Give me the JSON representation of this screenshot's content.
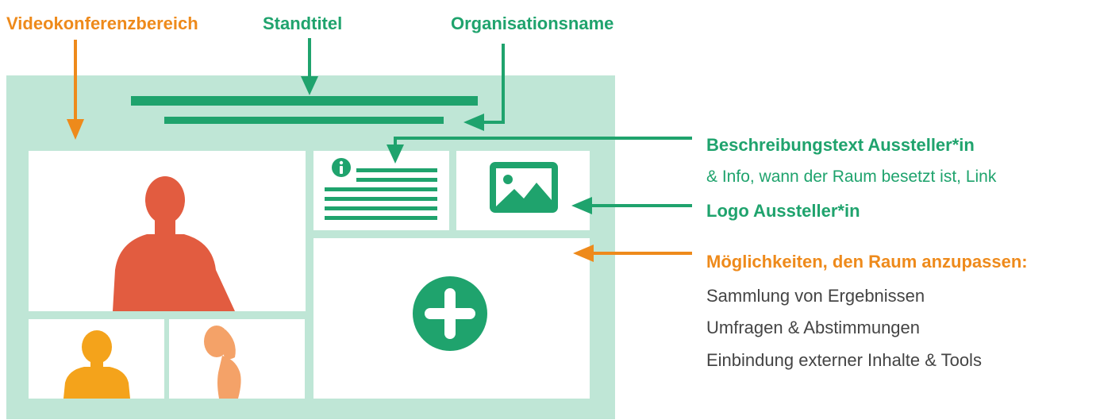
{
  "labels": {
    "video_area": "Videokonferenzbereich",
    "booth_title": "Standtitel",
    "organization_name": "Organisationsname",
    "description_title": "Beschreibungstext Aussteller*in",
    "description_detail": "& Info, wann der Raum besetzt ist, Link",
    "logo": "Logo Aussteller*in",
    "customize_title": "Möglichkeiten, den Raum anzupassen:",
    "customize_items": [
      "Sammlung von Ergebnissen",
      "Umfragen & Abstimmungen",
      "Einbindung externer Inhalte & Tools"
    ]
  },
  "colors": {
    "orange": "#ee8a1b",
    "green": "#1fa36d",
    "panel_bg": "#bfe6d6",
    "text_gray": "#444444",
    "person_red": "#e25c40",
    "person_yellow": "#f4a31b",
    "person_peach": "#f4a268"
  },
  "icons": {
    "info": "info-icon",
    "image": "image-icon",
    "add": "plus-circle-icon"
  }
}
